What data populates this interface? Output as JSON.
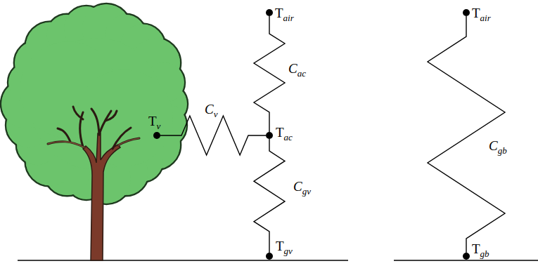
{
  "diagram": {
    "nodes": [
      {
        "text": [
          "Tair"
        ]
      },
      {
        "text": [
          "Tv"
        ]
      },
      {
        "text": [
          "Tac"
        ]
      },
      {
        "text": [
          "Tgv"
        ]
      },
      {
        "text": [
          "Tair"
        ]
      },
      {
        "text": [
          "Tgb"
        ]
      }
    ],
    "edges": [
      {
        "from": 0,
        "to": 2,
        "arrow": "none",
        "label": "Cac"
      },
      {
        "from": 1,
        "to": 2,
        "arrow": "none",
        "label": "Cv"
      },
      {
        "from": 2,
        "to": 3,
        "arrow": "none",
        "label": "Cgv"
      },
      {
        "from": 4,
        "to": 5,
        "arrow": "none",
        "label": "Cgb"
      }
    ]
  }
}
